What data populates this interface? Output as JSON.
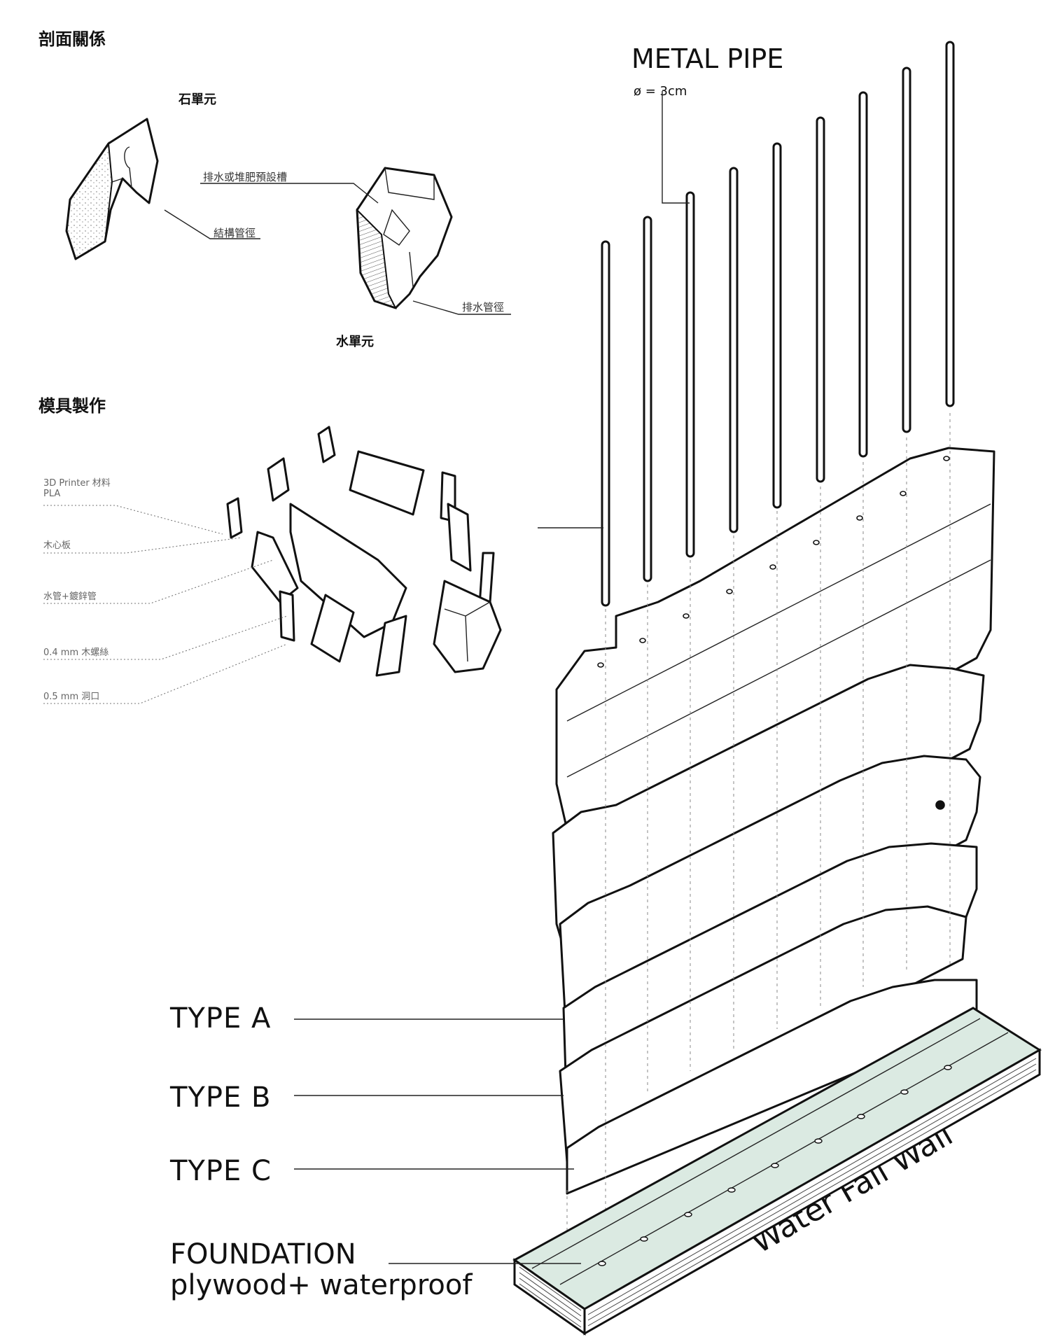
{
  "section_titles": {
    "section_relation": "剖面關係",
    "mold_making": "模具製作"
  },
  "units": {
    "stone_unit": "石單元",
    "water_unit": "水單元",
    "drain_or_compost_slot": "排水或堆肥預設槽",
    "structural_pipe_diameter": "結構管徑",
    "drain_pipe_diameter": "排水管徑"
  },
  "mold_notes": [
    {
      "line1": "3D Printer 材料",
      "line2": "PLA"
    },
    {
      "line1": "木心板",
      "line2": ""
    },
    {
      "line1": "水管+鍍鋅管",
      "line2": ""
    },
    {
      "line1": "0.4 mm 木螺絲",
      "line2": ""
    },
    {
      "line1": "0.5 mm 洞口",
      "line2": ""
    }
  ],
  "pipe": {
    "title": "METAL PIPE",
    "diameter": "= 3cm",
    "diameter_symbol": "ø",
    "count": 9
  },
  "types": {
    "a": "TYPE  A",
    "b": "TYPE  B",
    "c": "TYPE  C"
  },
  "foundation": {
    "line1": "FOUNDATION",
    "line2": "plywood+ waterproof"
  },
  "wall_title": "Water Fall Wall",
  "colors": {
    "foundation_top": "#dbeae2",
    "ink": "#111111"
  }
}
